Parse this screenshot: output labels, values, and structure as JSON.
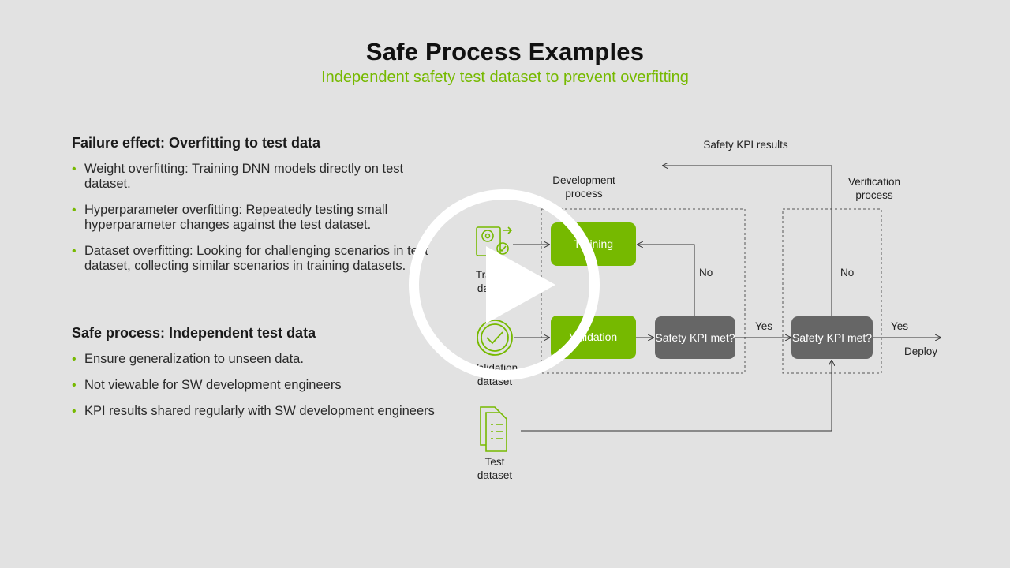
{
  "slide": {
    "title": "Safe Process Examples",
    "subtitle": "Independent safety test dataset to prevent overfitting"
  },
  "failure": {
    "heading": "Failure effect: Overfitting to test data",
    "bullets": [
      "Weight overfitting: Training DNN models directly on test dataset.",
      "Hyperparameter overfitting: Repeatedly testing small hyperparameter changes against the test dataset.",
      "Dataset overfitting: Looking for challenging scenarios in test dataset, collecting similar scenarios in training datasets."
    ]
  },
  "safe": {
    "heading": "Safe process: Independent test data",
    "bullets": [
      "Ensure generalization to unseen data.",
      "Not viewable for SW development engineers",
      "KPI results shared regularly with SW development engineers"
    ]
  },
  "diagram": {
    "kpi_results_label": "Safety KPI results",
    "dev_process_label": "Development process",
    "verif_process_label": "Verification process",
    "training_box": "Training",
    "validation_box": "Validation",
    "dev_kpi_box": "Safety KPI met?",
    "verif_kpi_box": "Safety KPI met?",
    "no_dev": "No",
    "no_verif": "No",
    "yes_dev": "Yes",
    "yes_verif": "Yes",
    "deploy": "Deploy",
    "training_dataset": "Training dataset",
    "validation_dataset": "Validation dataset",
    "test_dataset": "Test dataset"
  },
  "colors": {
    "accent": "#76b900",
    "gray_box": "#666666",
    "background": "#e2e2e2"
  },
  "player": {
    "icon": "play-icon"
  }
}
